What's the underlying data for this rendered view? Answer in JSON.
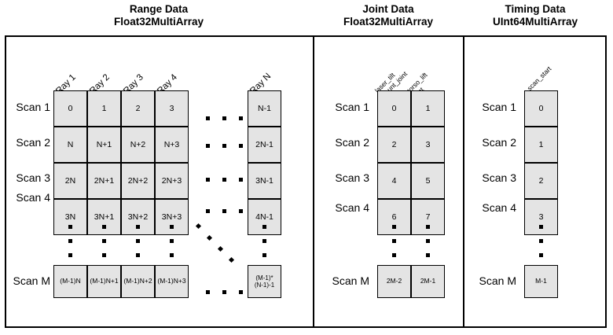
{
  "panels": [
    {
      "id": "range",
      "title": "Range Data\nFloat32MultiArray",
      "column_headers": [
        "Ray 1",
        "Ray 2",
        "Ray 3",
        "Ray 4",
        "Ray N"
      ],
      "row_labels": [
        "Scan 1",
        "Scan 2",
        "Scan 3",
        "Scan 4",
        "Scan M"
      ],
      "rows": [
        {
          "label": "Scan 1",
          "cells": [
            "0",
            "1",
            "2",
            "3"
          ],
          "last": "N-1"
        },
        {
          "label": "Scan 2",
          "cells": [
            "N",
            "N+1",
            "N+2",
            "N+3"
          ],
          "last": "2N-1"
        },
        {
          "label": "Scan 3",
          "cells": [
            "2N",
            "2N+1",
            "2N+2",
            "2N+3"
          ],
          "last": "3N-1"
        },
        {
          "label": "Scan 4",
          "cells": [
            "3N",
            "3N+1",
            "3N+2",
            "3N+3"
          ],
          "last": "4N-1"
        },
        {
          "label": "Scan M",
          "cells": [
            "(M-1)N",
            "(M-1)N+1",
            "(M-1)N+2",
            "(M-1)N+3"
          ],
          "last": "(M-1)*\n(N-1)-1"
        }
      ]
    },
    {
      "id": "joint",
      "title": "Joint Data\nFloat32MultiArray",
      "column_headers": [
        "laser_tilt\nmount_joint",
        "torso_lift\njoint"
      ],
      "rows": [
        {
          "label": "Scan 1",
          "cells": [
            "0",
            "1"
          ]
        },
        {
          "label": "Scan 2",
          "cells": [
            "2",
            "3"
          ]
        },
        {
          "label": "Scan 3",
          "cells": [
            "4",
            "5"
          ]
        },
        {
          "label": "Scan 4",
          "cells": [
            "6",
            "7"
          ]
        },
        {
          "label": "Scan M",
          "cells": [
            "2M-2",
            "2M-1"
          ]
        }
      ]
    },
    {
      "id": "timing",
      "title": "Timing Data\nUInt64MultiArray",
      "column_headers": [
        "scan_start"
      ],
      "rows": [
        {
          "label": "Scan 1",
          "cells": [
            "0"
          ]
        },
        {
          "label": "Scan 2",
          "cells": [
            "1"
          ]
        },
        {
          "label": "Scan 3",
          "cells": [
            "2"
          ]
        },
        {
          "label": "Scan 4",
          "cells": [
            "3"
          ]
        },
        {
          "label": "Scan M",
          "cells": [
            "M-1"
          ]
        }
      ]
    }
  ],
  "colors": {
    "cell_fill": "#e4e4e4",
    "stroke": "#000000",
    "background": "#ffffff"
  }
}
